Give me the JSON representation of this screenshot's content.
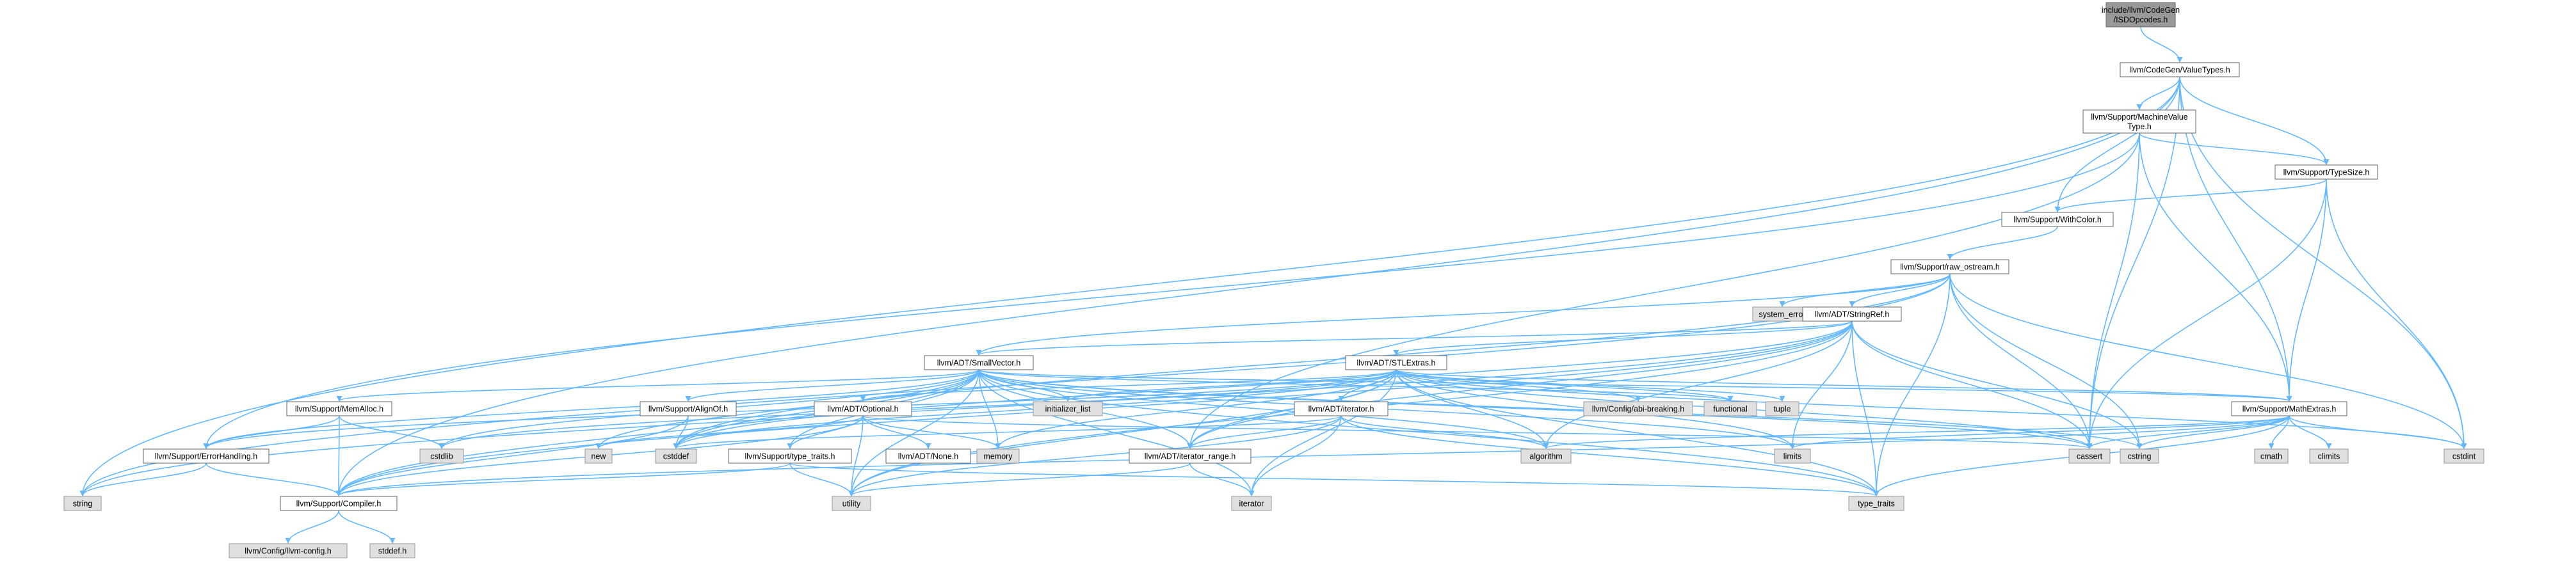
{
  "graph": {
    "colors": {
      "edge": "#63B8FF",
      "node_fill": "#ffffff",
      "node_stroke": "#666666",
      "system_fill": "#E0E0E0",
      "system_stroke": "#999999",
      "root_fill": "#999999"
    },
    "nodes": [
      {
        "id": "root",
        "lines": [
          "include/llvm/CodeGen",
          "/ISDOpcodes.h"
        ],
        "kind": "root"
      },
      {
        "id": "valuetypes",
        "lines": [
          "llvm/CodeGen/ValueTypes.h"
        ],
        "kind": "local"
      },
      {
        "id": "mvt",
        "lines": [
          "llvm/Support/MachineValue",
          "Type.h"
        ],
        "kind": "local"
      },
      {
        "id": "typesize",
        "lines": [
          "llvm/Support/TypeSize.h"
        ],
        "kind": "local"
      },
      {
        "id": "withcolor",
        "lines": [
          "llvm/Support/WithColor.h"
        ],
        "kind": "local"
      },
      {
        "id": "raw_ostream",
        "lines": [
          "llvm/Support/raw_ostream.h"
        ],
        "kind": "local"
      },
      {
        "id": "system_error",
        "lines": [
          "system_error"
        ],
        "kind": "system"
      },
      {
        "id": "stringref",
        "lines": [
          "llvm/ADT/StringRef.h"
        ],
        "kind": "local"
      },
      {
        "id": "smallvector",
        "lines": [
          "llvm/ADT/SmallVector.h"
        ],
        "kind": "local"
      },
      {
        "id": "stlextras",
        "lines": [
          "llvm/ADT/STLExtras.h"
        ],
        "kind": "local"
      },
      {
        "id": "memalloc",
        "lines": [
          "llvm/Support/MemAlloc.h"
        ],
        "kind": "local"
      },
      {
        "id": "alignof",
        "lines": [
          "llvm/Support/AlignOf.h"
        ],
        "kind": "local"
      },
      {
        "id": "optional",
        "lines": [
          "llvm/ADT/Optional.h"
        ],
        "kind": "local"
      },
      {
        "id": "initializer_list",
        "lines": [
          "initializer_list"
        ],
        "kind": "system"
      },
      {
        "id": "iterator_h",
        "lines": [
          "llvm/ADT/iterator.h"
        ],
        "kind": "local"
      },
      {
        "id": "abi_breaking",
        "lines": [
          "llvm/Config/abi-breaking.h"
        ],
        "kind": "system"
      },
      {
        "id": "functional",
        "lines": [
          "functional"
        ],
        "kind": "system"
      },
      {
        "id": "tuple",
        "lines": [
          "tuple"
        ],
        "kind": "system"
      },
      {
        "id": "mathextras",
        "lines": [
          "llvm/Support/MathExtras.h"
        ],
        "kind": "local"
      },
      {
        "id": "errorhandling",
        "lines": [
          "llvm/Support/ErrorHandling.h"
        ],
        "kind": "local"
      },
      {
        "id": "cstdlib",
        "lines": [
          "cstdlib"
        ],
        "kind": "system"
      },
      {
        "id": "new",
        "lines": [
          "new"
        ],
        "kind": "system"
      },
      {
        "id": "cstddef",
        "lines": [
          "cstddef"
        ],
        "kind": "system"
      },
      {
        "id": "type_traits_h",
        "lines": [
          "llvm/Support/type_traits.h"
        ],
        "kind": "local"
      },
      {
        "id": "none",
        "lines": [
          "llvm/ADT/None.h"
        ],
        "kind": "local"
      },
      {
        "id": "memory",
        "lines": [
          "memory"
        ],
        "kind": "system"
      },
      {
        "id": "iterator_range",
        "lines": [
          "llvm/ADT/iterator_range.h"
        ],
        "kind": "local"
      },
      {
        "id": "limits",
        "lines": [
          "limits"
        ],
        "kind": "system"
      },
      {
        "id": "algorithm",
        "lines": [
          "algorithm"
        ],
        "kind": "system"
      },
      {
        "id": "cassert",
        "lines": [
          "cassert"
        ],
        "kind": "system"
      },
      {
        "id": "cstring",
        "lines": [
          "cstring"
        ],
        "kind": "system"
      },
      {
        "id": "cmath",
        "lines": [
          "cmath"
        ],
        "kind": "system"
      },
      {
        "id": "climits",
        "lines": [
          "climits"
        ],
        "kind": "system"
      },
      {
        "id": "cstdint",
        "lines": [
          "cstdint"
        ],
        "kind": "system"
      },
      {
        "id": "string",
        "lines": [
          "string"
        ],
        "kind": "system"
      },
      {
        "id": "compiler",
        "lines": [
          "llvm/Support/Compiler.h"
        ],
        "kind": "local"
      },
      {
        "id": "utility",
        "lines": [
          "utility"
        ],
        "kind": "system"
      },
      {
        "id": "iterator",
        "lines": [
          "iterator"
        ],
        "kind": "system"
      },
      {
        "id": "type_traits",
        "lines": [
          "type_traits"
        ],
        "kind": "system"
      },
      {
        "id": "llvm_config",
        "lines": [
          "llvm/Config/llvm-config.h"
        ],
        "kind": "system"
      },
      {
        "id": "stddef",
        "lines": [
          "stddef.h"
        ],
        "kind": "system"
      }
    ],
    "edges": [
      [
        "root",
        "valuetypes"
      ],
      [
        "valuetypes",
        "mvt"
      ],
      [
        "valuetypes",
        "typesize"
      ],
      [
        "valuetypes",
        "withcolor"
      ],
      [
        "valuetypes",
        "mathextras"
      ],
      [
        "valuetypes",
        "cassert"
      ],
      [
        "valuetypes",
        "cstdint"
      ],
      [
        "valuetypes",
        "string"
      ],
      [
        "valuetypes",
        "compiler"
      ],
      [
        "mvt",
        "typesize"
      ],
      [
        "mvt",
        "errorhandling"
      ],
      [
        "mvt",
        "iterator_range"
      ],
      [
        "mvt",
        "mathextras"
      ],
      [
        "mvt",
        "cassert"
      ],
      [
        "typesize",
        "withcolor"
      ],
      [
        "typesize",
        "mathextras"
      ],
      [
        "typesize",
        "cassert"
      ],
      [
        "typesize",
        "cstdint"
      ],
      [
        "withcolor",
        "raw_ostream"
      ],
      [
        "raw_ostream",
        "system_error"
      ],
      [
        "raw_ostream",
        "stringref"
      ],
      [
        "raw_ostream",
        "smallvector"
      ],
      [
        "raw_ostream",
        "cassert"
      ],
      [
        "raw_ostream",
        "cstddef"
      ],
      [
        "raw_ostream",
        "cstdint"
      ],
      [
        "raw_ostream",
        "cstring"
      ],
      [
        "raw_ostream",
        "string"
      ],
      [
        "raw_ostream",
        "type_traits"
      ],
      [
        "stringref",
        "smallvector"
      ],
      [
        "stringref",
        "stlextras"
      ],
      [
        "stringref",
        "compiler"
      ],
      [
        "stringref",
        "algorithm"
      ],
      [
        "stringref",
        "cassert"
      ],
      [
        "stringref",
        "cstddef"
      ],
      [
        "stringref",
        "cstring"
      ],
      [
        "stringref",
        "limits"
      ],
      [
        "stringref",
        "string"
      ],
      [
        "stringref",
        "type_traits"
      ],
      [
        "stringref",
        "utility"
      ],
      [
        "stringref",
        "iterator_range"
      ],
      [
        "smallvector",
        "memalloc"
      ],
      [
        "smallvector",
        "alignof"
      ],
      [
        "smallvector",
        "errorhandling"
      ],
      [
        "smallvector",
        "compiler"
      ],
      [
        "smallvector",
        "type_traits_h"
      ],
      [
        "smallvector",
        "iterator_range"
      ],
      [
        "smallvector",
        "algorithm"
      ],
      [
        "smallvector",
        "cassert"
      ],
      [
        "smallvector",
        "cstddef"
      ],
      [
        "smallvector",
        "cstdlib"
      ],
      [
        "smallvector",
        "cstring"
      ],
      [
        "smallvector",
        "functional"
      ],
      [
        "smallvector",
        "initializer_list"
      ],
      [
        "smallvector",
        "iterator"
      ],
      [
        "smallvector",
        "limits"
      ],
      [
        "smallvector",
        "memory"
      ],
      [
        "smallvector",
        "new"
      ],
      [
        "smallvector",
        "type_traits"
      ],
      [
        "smallvector",
        "utility"
      ],
      [
        "smallvector",
        "mathextras"
      ],
      [
        "stlextras",
        "optional"
      ],
      [
        "stlextras",
        "iterator_h"
      ],
      [
        "stlextras",
        "iterator_range"
      ],
      [
        "stlextras",
        "abi_breaking"
      ],
      [
        "stlextras",
        "errorhandling"
      ],
      [
        "stlextras",
        "algorithm"
      ],
      [
        "stlextras",
        "cassert"
      ],
      [
        "stlextras",
        "cstddef"
      ],
      [
        "stlextras",
        "cstdint"
      ],
      [
        "stlextras",
        "cstdlib"
      ],
      [
        "stlextras",
        "functional"
      ],
      [
        "stlextras",
        "initializer_list"
      ],
      [
        "stlextras",
        "iterator"
      ],
      [
        "stlextras",
        "limits"
      ],
      [
        "stlextras",
        "memory"
      ],
      [
        "stlextras",
        "tuple"
      ],
      [
        "stlextras",
        "type_traits"
      ],
      [
        "stlextras",
        "utility"
      ],
      [
        "stlextras",
        "mathextras"
      ],
      [
        "memalloc",
        "compiler"
      ],
      [
        "memalloc",
        "errorhandling"
      ],
      [
        "memalloc",
        "cstdlib"
      ],
      [
        "alignof",
        "cstddef"
      ],
      [
        "alignof",
        "compiler"
      ],
      [
        "optional",
        "none"
      ],
      [
        "optional",
        "compiler"
      ],
      [
        "optional",
        "type_traits_h"
      ],
      [
        "optional",
        "cassert"
      ],
      [
        "optional",
        "memory"
      ],
      [
        "optional",
        "new"
      ],
      [
        "optional",
        "utility"
      ],
      [
        "iterator_h",
        "iterator_range"
      ],
      [
        "iterator_h",
        "algorithm"
      ],
      [
        "iterator_h",
        "cstddef"
      ],
      [
        "iterator_h",
        "iterator"
      ],
      [
        "iterator_h",
        "type_traits"
      ],
      [
        "iterator_h",
        "utility"
      ],
      [
        "mathextras",
        "compiler"
      ],
      [
        "mathextras",
        "algorithm"
      ],
      [
        "mathextras",
        "cassert"
      ],
      [
        "mathextras",
        "climits"
      ],
      [
        "mathextras",
        "cmath"
      ],
      [
        "mathextras",
        "cstdint"
      ],
      [
        "mathextras",
        "cstring"
      ],
      [
        "mathextras",
        "limits"
      ],
      [
        "mathextras",
        "type_traits"
      ],
      [
        "errorhandling",
        "compiler"
      ],
      [
        "errorhandling",
        "string"
      ],
      [
        "type_traits_h",
        "compiler"
      ],
      [
        "type_traits_h",
        "type_traits"
      ],
      [
        "type_traits_h",
        "utility"
      ],
      [
        "iterator_range",
        "utility"
      ],
      [
        "iterator_range",
        "iterator"
      ],
      [
        "compiler",
        "llvm_config"
      ],
      [
        "compiler",
        "stddef"
      ]
    ]
  }
}
